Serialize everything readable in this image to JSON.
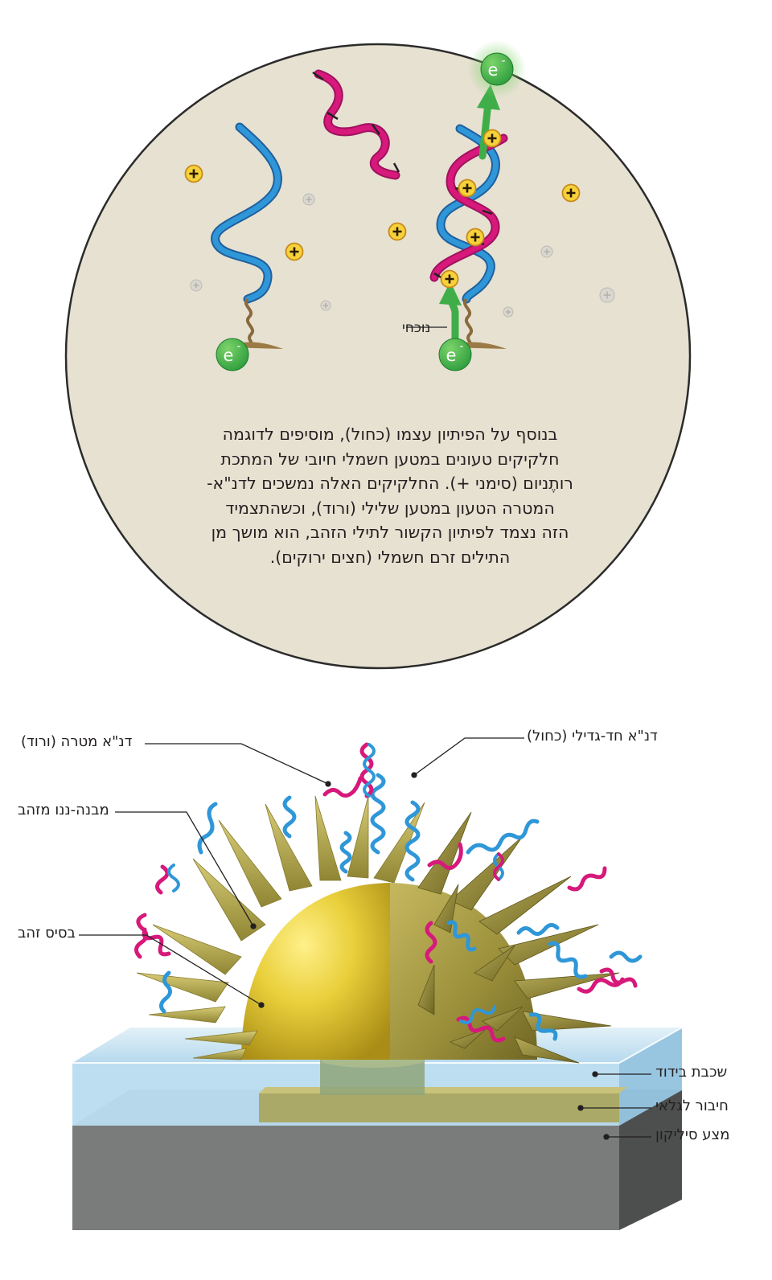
{
  "circle_panel": {
    "electron_label": "e",
    "electron_superscript": "-",
    "complement_label": "נוכחי",
    "caption_lines": [
      "בנוסף על הפיתיון עצמו (כחול), מוסיפים לדוגמה",
      "חלקיקים טעונים במטען חשמלי חיובי של המתכת",
      "רותֶניום (סימני +). החלקיקים האלה נמשכים לדנ\"א-",
      "המטרה הטעון במטען שלילי (ורוד), וכשהתצמיד",
      "הזה נצמד לפיתיון הקשור לתילי הזהב, הוא מושך מן",
      "התילים זרם חשמלי (חצים ירוקים)."
    ]
  },
  "sensor_labels": {
    "target_dna": "דנ\"א מטרה (ורוד)",
    "single_strand_dna": "דנ\"א חד-גדילי (כחול)",
    "gold_nanostructure": "מבנה-ננו מזהב",
    "gold_base": "בסיס זהב",
    "insulation_layer": "שכבת בידוד",
    "galvanic_connection": "חיבור לגלאי",
    "silicon_substrate": "מצע סיליקון"
  },
  "colors": {
    "circle_fill": "#e6e1d1",
    "dna_blue": "#2f97d8",
    "dna_pink": "#d6197a",
    "electron_green": "#3fae49",
    "ruthenium_yellow": "#f6d23a",
    "gold": "#c9b650"
  }
}
